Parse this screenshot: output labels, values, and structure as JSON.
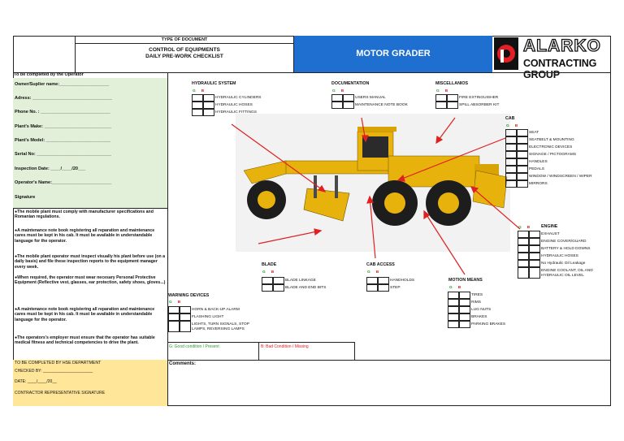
{
  "header": {
    "type_label": "TYPE OF DOCUMENT",
    "title_line1": "CONTROL OF EQUIPMENTS",
    "title_line2": "DAILY PRE-WORK CHECKLIST",
    "machine_title": "MOTOR GRADER",
    "logo_word": "ALARKO",
    "logo_sub": "CONTRACTING GROUP",
    "brand_color": "#1F6FD0"
  },
  "operator": {
    "heading": "To be completed by the Operator",
    "fields": [
      "Owner/Suplier name:____________________",
      "Adress: ________________________________",
      "Phone No. : ____________________________",
      "Plant's Make: ___________________________",
      "Plant's Model: __________________________",
      "Serial No: ______________________________",
      "Inspection Date: ____/____/20___",
      "Operator's Name:________________________",
      "Signature"
    ]
  },
  "notes": [
    "●The mobile plant must comply with manufacturer specifications and Romanian regulations.",
    "●A maintenance note book registering all reparation and maintenance  cares must be kept in his cab. It must be available in understandable language for the operator.",
    "●The mobile plant operator must inspect visually his plant before use (on a daily basis) and file these inspection reports to the equipment manager every week.",
    "●When required, the operator must wear necesary Personal Protective Equipment (Reflective vest, glasses, ear protection, safety shoes, gloves...)",
    "●A maintenance note book registering all reparation and maintenance  cares must be kept in his cab. It must be available in understandable language for the operator.",
    "●The operators's employer must ensure that the operator has suitable medical fitness and technical competencies to drive the plant."
  ],
  "hse": {
    "heading": "TO BE COMPLETED BY HSE DEPARTMENT",
    "checked_by": "CHECKED BY: ______________________",
    "date": "DATE:               ____/____/20__",
    "signature": "CONTRACTOR REPRESENTATIVE SIGNATURE"
  },
  "gb": {
    "g": "G",
    "b": "B"
  },
  "sections": {
    "hydraulic": {
      "title": "HYDRAULIC SYSTEM",
      "items": [
        "HYDRAULIC CYLINDERS",
        "HYDRAULIC HOSES",
        "HYDRAULIC FITTINGS"
      ]
    },
    "documentation": {
      "title": "DOCUMENTATION",
      "items": [
        "USERS MANUAL",
        "MAINTENANCE NOTE BOOK"
      ]
    },
    "miscellanios": {
      "title": "MISCELLANIOS",
      "items": [
        "FIRE EXTINGUISHER",
        "SPILL ABSORBER KIT"
      ]
    },
    "cab": {
      "title": "CAB",
      "items": [
        "SEAT",
        "SEATBELT & MOUNTING",
        "ELECTRONIC DEVICES",
        "SIGNAGE / PICTOGRAMS",
        "HANDLES",
        "PEDALS",
        "WINDOW / WINDSCREEN / WIPER",
        "MIRRORS"
      ]
    },
    "engine": {
      "title": "ENGINE",
      "items": [
        "EXHAUST",
        "ENGINE COVER/GUARD",
        "BATTERY & HOLD DOWNS",
        "HYDRAULIC HOSES",
        "No Hydraulic Oil Leakage",
        "ENGINE COOLANT, OIL AND HYDRAULIC OIL LEVEL"
      ]
    },
    "blade": {
      "title": "BLADE",
      "items": [
        "BLADE LINKAGE",
        "BLADE AND END BITS"
      ]
    },
    "cab_access": {
      "title": "CAB ACCESS",
      "items": [
        "HANDHOLDS",
        "STEP"
      ]
    },
    "motion": {
      "title": "MOTION MEANS",
      "items": [
        "TIRES",
        "RIMS",
        "LUG NUTS",
        "BRAKES",
        "PARKING BRAKES"
      ]
    },
    "warning": {
      "title": "WARNING DEVICES",
      "items": [
        "HORN & BACK-UP ALARM",
        "FLASHING LIGHT",
        "LIGHTS, TURN SIGNALS, STOP LAMPS, REVERSING LAMPS"
      ]
    }
  },
  "legend": {
    "good": "G: Good condition / Present",
    "bad": "B: Bad Condition / Missing"
  },
  "comments_label": "Comments:"
}
